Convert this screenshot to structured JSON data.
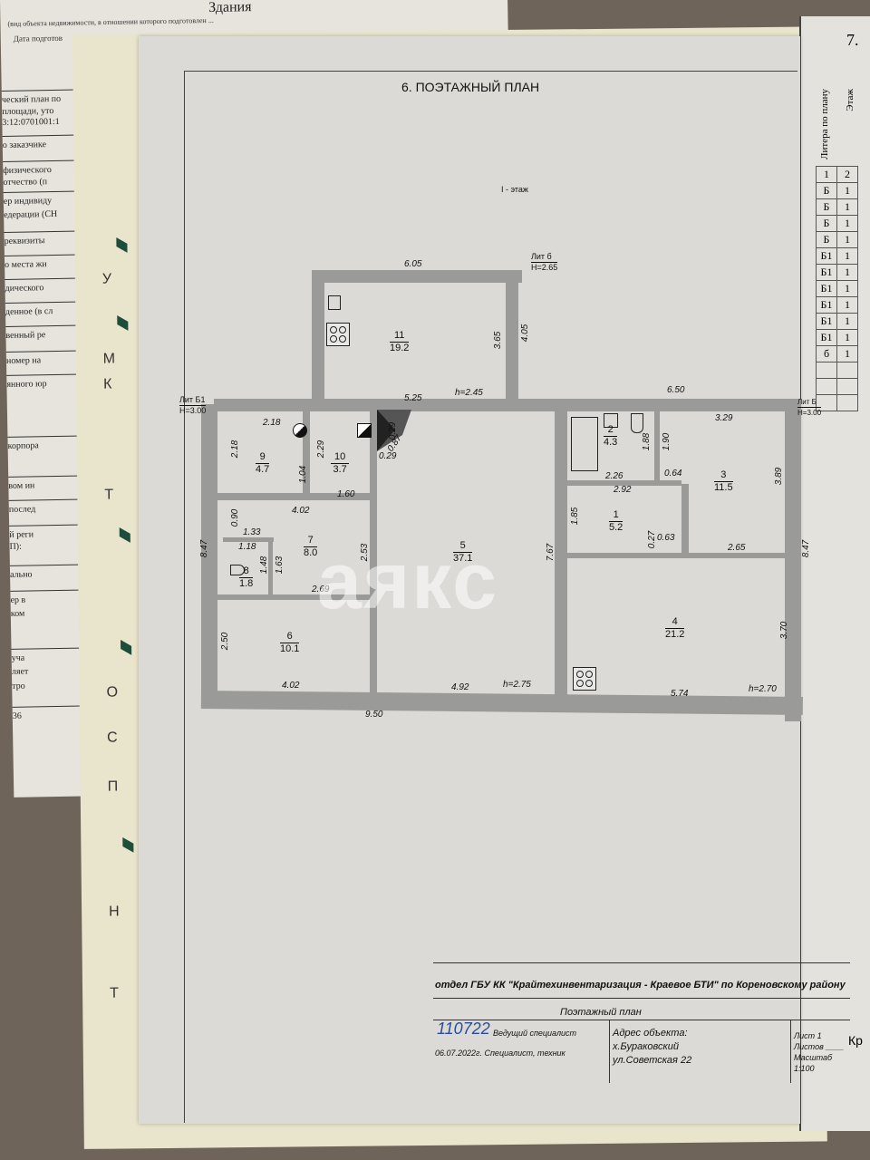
{
  "background_left_doc": {
    "title": "Здания",
    "subtitle": "(вид объекта недвижимости, в отношении которого подготовлен ...",
    "prepared_date_label": "Дата подготов",
    "rows": [
      "ческий план по",
      "площади, уто",
      "3:12:0701001:1",
      "о заказчике",
      "физического",
      "отчество (п",
      "ер индивиду",
      "едерации (СН",
      "реквизиты",
      "о места жи",
      "дического",
      "денное (в сл",
      "венный ре",
      "номер на",
      "янного юр",
      "корпора",
      "вом ин",
      "послед",
      "й реги",
      "П):",
      "ально",
      "ер в",
      "ком",
      "уча",
      "ляет",
      "тро",
      "36"
    ]
  },
  "folder_letters": [
    "У",
    "М",
    "К",
    "Т",
    "О",
    "С",
    "П",
    "Н",
    "Т"
  ],
  "background_right_doc": {
    "section": "7.",
    "headers": [
      "Литера по плану",
      "Этаж"
    ],
    "col_index": [
      "1",
      "2"
    ],
    "rows": [
      [
        "Б",
        "1"
      ],
      [
        "Б",
        "1"
      ],
      [
        "Б",
        "1"
      ],
      [
        "Б",
        "1"
      ],
      [
        "Б1",
        "1"
      ],
      [
        "Б1",
        "1"
      ],
      [
        "Б1",
        "1"
      ],
      [
        "Б1",
        "1"
      ],
      [
        "Б1",
        "1"
      ],
      [
        "Б1",
        "1"
      ],
      [
        "б",
        "1"
      ]
    ],
    "edge_text": "Кр"
  },
  "plan": {
    "title": "6. ПОЭТАЖНЫЙ ПЛАН",
    "floor": "I - этаж",
    "watermark": "аякс",
    "literas": [
      {
        "name": "Лит б",
        "height": "H=2.65"
      },
      {
        "name": "Лит Б1",
        "height": "H=3.00"
      },
      {
        "name": "Лит Б",
        "height": "H=3.00"
      }
    ],
    "rooms": [
      {
        "num": "1",
        "area": "5.2"
      },
      {
        "num": "2",
        "area": "4.3"
      },
      {
        "num": "3",
        "area": "11.5"
      },
      {
        "num": "4",
        "area": "21.2"
      },
      {
        "num": "5",
        "area": "37.1"
      },
      {
        "num": "6",
        "area": "10.1"
      },
      {
        "num": "7",
        "area": "8.0"
      },
      {
        "num": "8",
        "area": "1.8"
      },
      {
        "num": "9",
        "area": "4.7"
      },
      {
        "num": "10",
        "area": "3.7"
      },
      {
        "num": "11",
        "area": "19.2"
      }
    ],
    "ceiling_heights": [
      "h=2.45",
      "h=2.75",
      "h=2.70"
    ],
    "dimensions": {
      "d605": "6.05",
      "d365": "3.65",
      "d405": "4.05",
      "d525": "5.25",
      "d650": "6.50",
      "d218a": "2.18",
      "d218b": "2.18",
      "d229a": "2.29",
      "d029a": "0.29",
      "d087": "0.87",
      "d029b": "0.29",
      "d104": "1.04",
      "d160": "1.60",
      "d402a": "4.02",
      "d090": "0.90",
      "d133": "1.33",
      "d118": "1.18",
      "d148": "1.48",
      "d163": "1.63",
      "d253": "2.53",
      "d269": "2.69",
      "d847a": "8.47",
      "d767": "7.67",
      "d250": "2.50",
      "d402b": "4.02",
      "d492": "4.92",
      "d950": "9.50",
      "d188": "1.88",
      "d190": "1.90",
      "d226": "2.26",
      "d292": "2.92",
      "d064": "0.64",
      "d329": "3.29",
      "d389": "3.89",
      "d185": "1.85",
      "d027": "0.27",
      "d063": "0.63",
      "d265": "2.65",
      "d847b": "8.47",
      "d370": "3.70",
      "d574": "5.74"
    }
  },
  "title_block": {
    "organization": "отдел ГБУ КК \"Крайтехинвентаризация - Краевое БТИ\" по Кореновскому району",
    "doc_name": "Поэтажный план",
    "handwritten_number": "110722",
    "lead_specialist_label": "Ведущий специалист",
    "date_line": "06.07.2022г. Специалист, техник",
    "address_label": "Адрес объекта:",
    "address_line1": "х.Бураковский",
    "address_line2": "ул.Советская 22",
    "sheet": "Лист 1",
    "sheets": "Листов ____",
    "scale": "Масштаб 1:100"
  }
}
